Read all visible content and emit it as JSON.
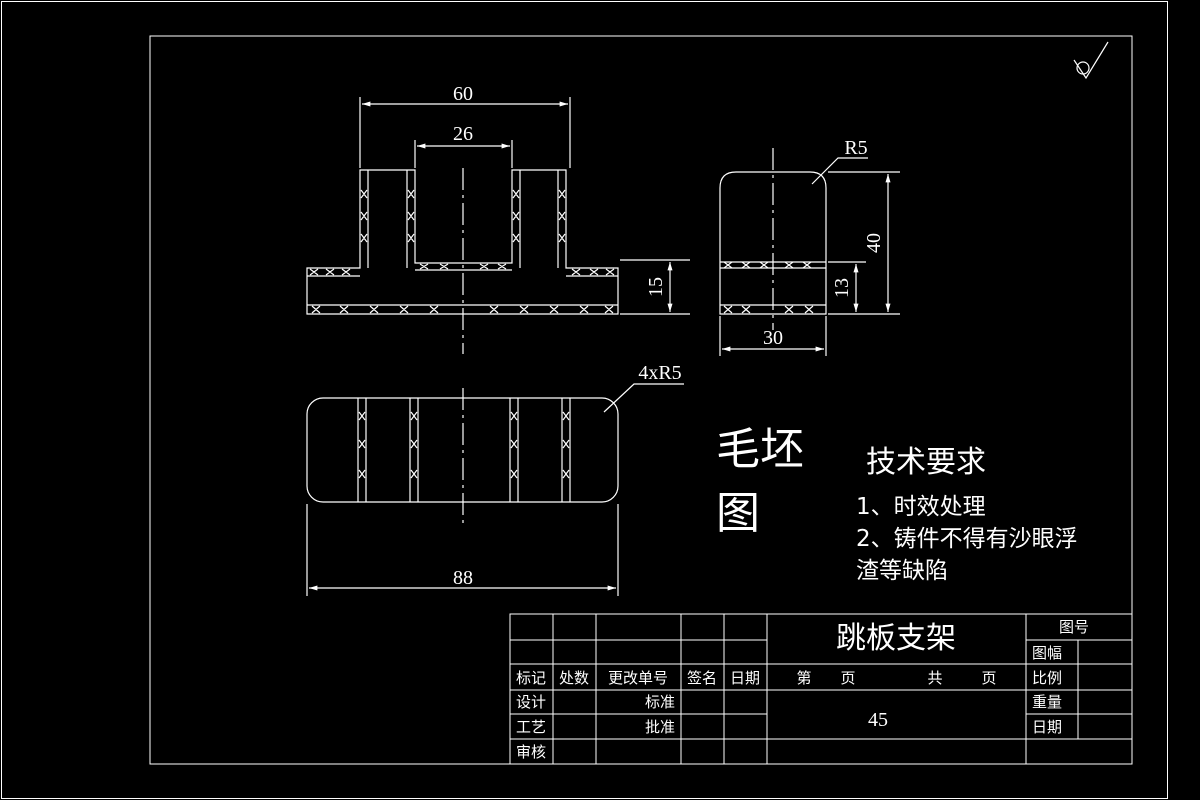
{
  "drawing": {
    "dimensions": {
      "front_width": "60",
      "front_inner": "26",
      "front_height": "15",
      "side_radius": "R5",
      "side_height": "40",
      "side_lower": "13",
      "side_width": "30",
      "top_radius": "4xR5",
      "top_width": "88"
    },
    "view_label_line1": "毛坯",
    "view_label_line2": "图",
    "tech_title": "技术要求",
    "tech_items": [
      "1、时效处理",
      "2、铸件不得有沙眼浮",
      "渣等缺陷"
    ]
  },
  "title_block": {
    "part_name": "跳板支架",
    "material": "45",
    "headers": [
      "标记",
      "处数",
      "更改单号",
      "签名",
      "日期"
    ],
    "design": "设计",
    "process": "工艺",
    "review": "审核",
    "standard": "标准",
    "approve": "批准",
    "sheet": "第",
    "sheet_unit": "页",
    "total": "共",
    "total_unit": "页",
    "drawing_no": "图号",
    "size": "图幅",
    "scale": "比例",
    "weight": "重量",
    "date": "日期"
  },
  "colors": {
    "background": "#000000",
    "lines": "#ffffff"
  }
}
